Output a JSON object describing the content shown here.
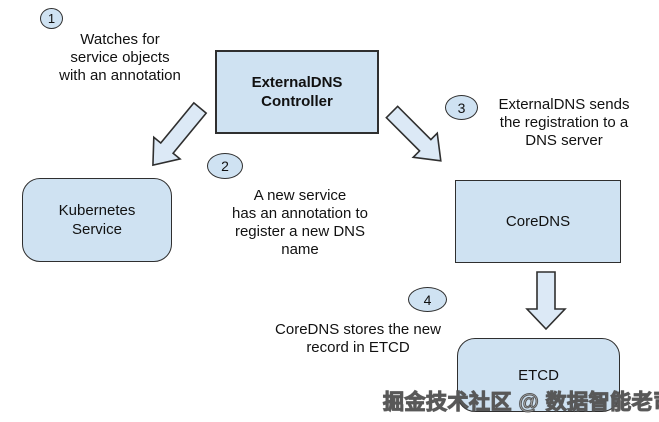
{
  "diagram": {
    "nodes": {
      "externaldns": {
        "label": "ExternalDNS\nController",
        "shape": "rectangle"
      },
      "kubernetes": {
        "label": "Kubernetes\nService",
        "shape": "rounded-rectangle"
      },
      "coredns": {
        "label": "CoreDNS",
        "shape": "rectangle"
      },
      "etcd": {
        "label": "ETCD",
        "shape": "rounded-rectangle"
      }
    },
    "steps": [
      {
        "number": "1",
        "text": "Watches for\nservice objects\nwith an annotation"
      },
      {
        "number": "2",
        "text": "A new service\nhas an annotation to\nregister a new DNS\nname"
      },
      {
        "number": "3",
        "text": "ExternalDNS sends\nthe registration to a\nDNS server"
      },
      {
        "number": "4",
        "text": "CoreDNS stores the new\nrecord in ETCD"
      }
    ],
    "arrows": [
      {
        "name": "externaldns-to-kubernetes-service",
        "direction": "down-left"
      },
      {
        "name": "externaldns-to-coredns",
        "direction": "down-right"
      },
      {
        "name": "coredns-to-etcd",
        "direction": "down"
      }
    ],
    "colors": {
      "shape_fill": "#cfe2f2",
      "arrow_fill": "#dce9f6",
      "shape_border": "#2f2f2f",
      "text": "#111111",
      "background": "#ffffff"
    }
  },
  "watermark": {
    "text": "掘金技术社区 @ 数据智能老司机"
  }
}
